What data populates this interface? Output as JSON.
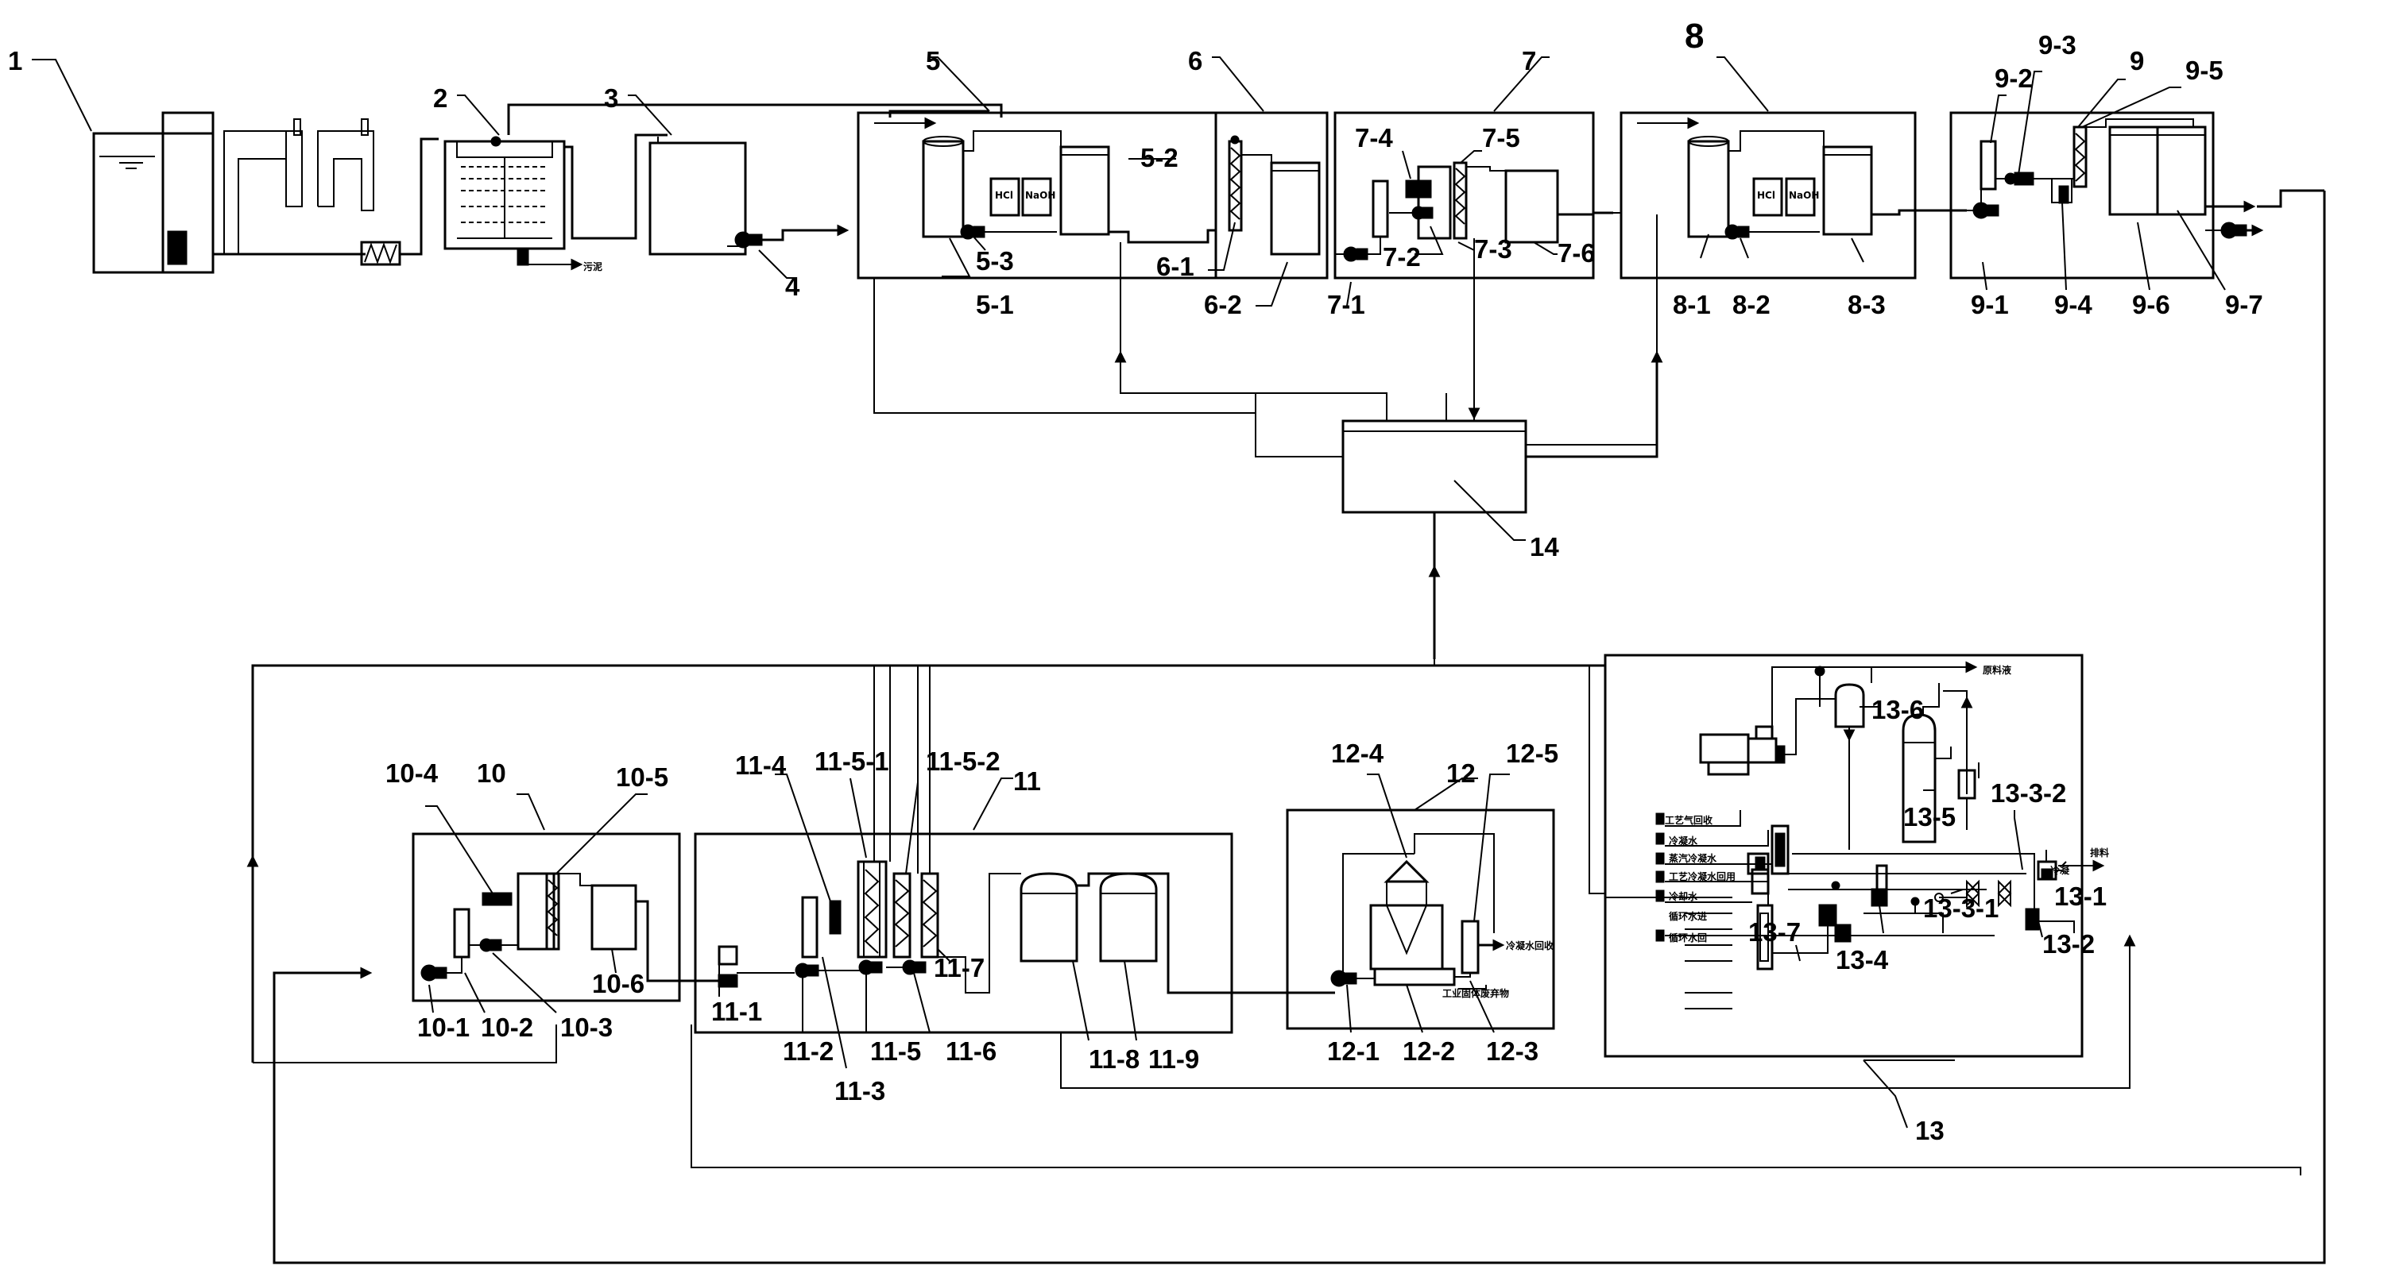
{
  "labels": {
    "l1": "1",
    "l2": "2",
    "l3": "3",
    "l4": "4",
    "l5": "5",
    "l5_1": "5-1",
    "l5_2": "5-2",
    "l5_3": "5-3",
    "l6": "6",
    "l6_1": "6-1",
    "l6_2": "6-2",
    "l7": "7",
    "l7_1": "7-1",
    "l7_2": "7-2",
    "l7_3": "7-3",
    "l7_4": "7-4",
    "l7_5": "7-5",
    "l7_6": "7-6",
    "l8": "8",
    "l8_1": "8-1",
    "l8_2": "8-2",
    "l8_3": "8-3",
    "l9": "9",
    "l9_1": "9-1",
    "l9_2": "9-2",
    "l9_3": "9-3",
    "l9_4": "9-4",
    "l9_5": "9-5",
    "l9_6": "9-6",
    "l9_7": "9-7",
    "l10": "10",
    "l10_1": "10-1",
    "l10_2": "10-2",
    "l10_3": "10-3",
    "l10_4": "10-4",
    "l10_5": "10-5",
    "l10_6": "10-6",
    "l11": "11",
    "l11_1": "11-1",
    "l11_2": "11-2",
    "l11_3": "11-3",
    "l11_4": "11-4",
    "l11_5": "11-5",
    "l11_5_1": "11-5-1",
    "l11_5_2": "11-5-2",
    "l11_6": "11-6",
    "l11_7": "11-7",
    "l11_8": "11-8",
    "l11_9": "11-9",
    "l12": "12",
    "l12_1": "12-1",
    "l12_2": "12-2",
    "l12_3": "12-3",
    "l12_4": "12-4",
    "l12_5": "12-5",
    "l13": "13",
    "l13_1": "13-1",
    "l13_2": "13-2",
    "l13_3_1": "13-3-1",
    "l13_3_2": "13-3-2",
    "l13_4": "13-4",
    "l13_5": "13-5",
    "l13_6": "13-6",
    "l13_7": "13-7",
    "l14": "14"
  }
}
